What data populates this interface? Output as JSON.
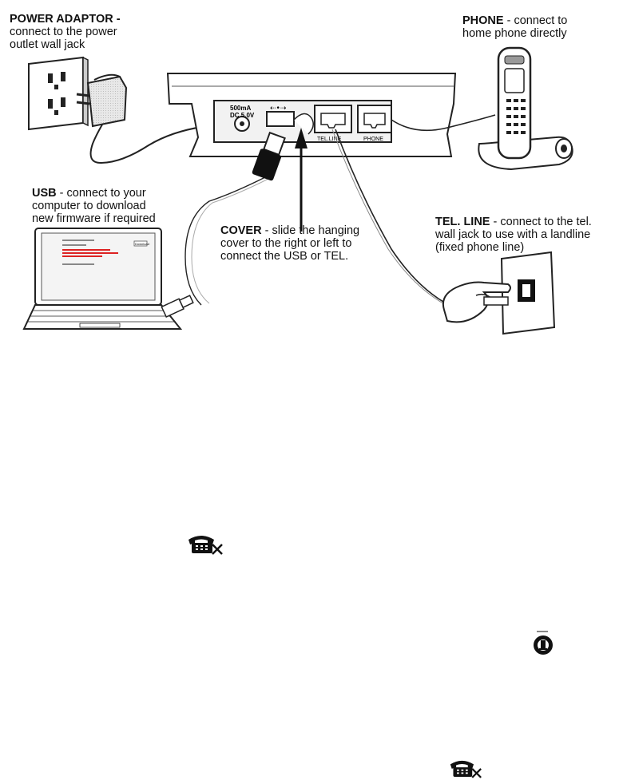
{
  "labels": {
    "power": {
      "title": "POWER ADAPTOR -",
      "line1": "connect to the power",
      "line2": "outlet wall jack"
    },
    "phone": {
      "title": "PHONE",
      "dash": " - ",
      "rest": "connect to",
      "line2": "home phone directly"
    },
    "usb": {
      "title": "USB",
      "dash": " - ",
      "rest": "connect to your",
      "line2": "computer to download",
      "line3": "new firmware if required"
    },
    "cover": {
      "title": "COVER",
      "dash": " - ",
      "rest": "slide the hanging",
      "line2": "cover to the right or left to",
      "line3": "connect the USB or TEL."
    },
    "telline": {
      "title": "TEL. LINE",
      "dash": " - ",
      "rest": "connect to the tel.",
      "line2": "wall jack to use with a landline",
      "line3": "(fixed phone line)"
    }
  },
  "device": {
    "rating_top": "500mA",
    "rating_bottom": "DC 5.0V",
    "port_tel": "TEL.LINE",
    "port_phone": "PHONE"
  },
  "laptop": {
    "button": "Download"
  },
  "icons": [
    "phone-cancel-icon",
    "power-icon",
    "phone-cancel-icon"
  ]
}
